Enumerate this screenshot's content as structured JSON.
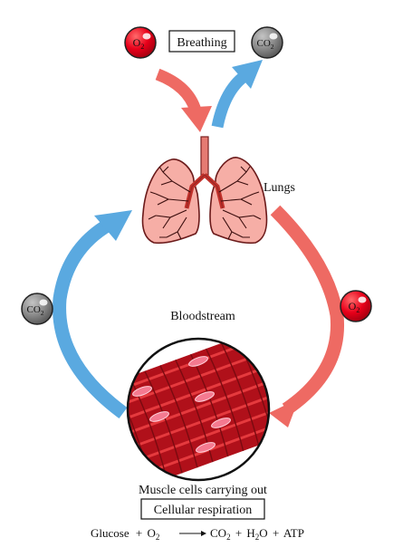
{
  "labels": {
    "breathing": "Breathing",
    "lungs": "Lungs",
    "bloodstream": "Bloodstream",
    "muscle": "Muscle cells carrying out",
    "respiration": "Cellular respiration"
  },
  "molecules": {
    "o2": {
      "base": "O",
      "sub": "2"
    },
    "co2": {
      "base": "CO",
      "sub": "2"
    }
  },
  "equation": {
    "glucose": "Glucose",
    "plus1": "+",
    "o2_base": "O",
    "o2_sub": "2",
    "co2_base": "CO",
    "co2_sub": "2",
    "plus2": "+",
    "h2o_h": "H",
    "h2o_sub": "2",
    "h2o_o": "O",
    "plus3": "+",
    "atp": "ATP"
  },
  "colors": {
    "oxygen_red": "#e8001a",
    "co2_gray": "#808080",
    "arrow_red": "#ee6a63",
    "arrow_blue": "#5aa9e0",
    "lung_pink": "#f6aea6",
    "muscle_red": "#c8141e"
  }
}
